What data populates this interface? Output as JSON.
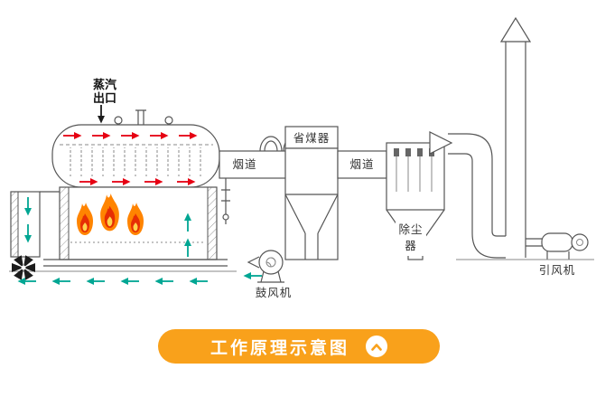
{
  "diagram": {
    "labels": {
      "steam_outlet": [
        "蒸汽",
        "出口"
      ],
      "flue_left": "烟道",
      "economizer": "省煤器",
      "flue_right": "烟道",
      "dust_collector": [
        "除尘",
        "器"
      ],
      "blower": "鼓风机",
      "induced_draft_fan": "引风机"
    },
    "colors": {
      "line": "#555555",
      "flue_gas_arrow": "#e60012",
      "air_flow_arrow": "#00a693",
      "flame_outer": "#ff8400",
      "flame_inner": "#e62e04",
      "flame_core": "#ffd34d"
    }
  },
  "banner": {
    "title": "工作原理示意图",
    "icon": "chevron-up-icon",
    "background": "#f9a11b"
  }
}
